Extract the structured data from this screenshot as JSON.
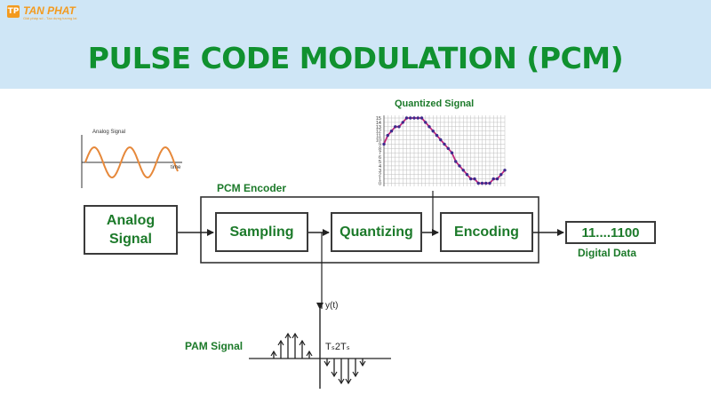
{
  "brand": {
    "mark": "TP",
    "name": "TAN PHAT",
    "tagline": "Giải pháp số - Tạo dựng tương lai"
  },
  "title": "PULSE CODE MODULATION (PCM)",
  "analog_plot": {
    "title": "Analog Signal",
    "x_label": "time"
  },
  "quantized_plot": {
    "title": "Quantized Signal",
    "y_ticks": [
      "15",
      "14",
      "13",
      "12",
      "11",
      "10",
      "9",
      "8",
      "7",
      "6",
      "5",
      "4",
      "3",
      "2",
      "1",
      "0"
    ]
  },
  "encoder_label": "PCM Encoder",
  "blocks": {
    "analog": "Analog Signal",
    "sampling": "Sampling",
    "quantizing": "Quantizing",
    "encoding": "Encoding",
    "output": "11....1100"
  },
  "digital_label": "Digital Data",
  "pam": {
    "label": "PAM Signal",
    "y_axis": "y(t)",
    "ts_label": "Tₛ2Tₛ"
  },
  "colors": {
    "green": "#10912f",
    "header": "#cfe6f6",
    "wave": "#e6883a",
    "quant": "#c0257c"
  }
}
